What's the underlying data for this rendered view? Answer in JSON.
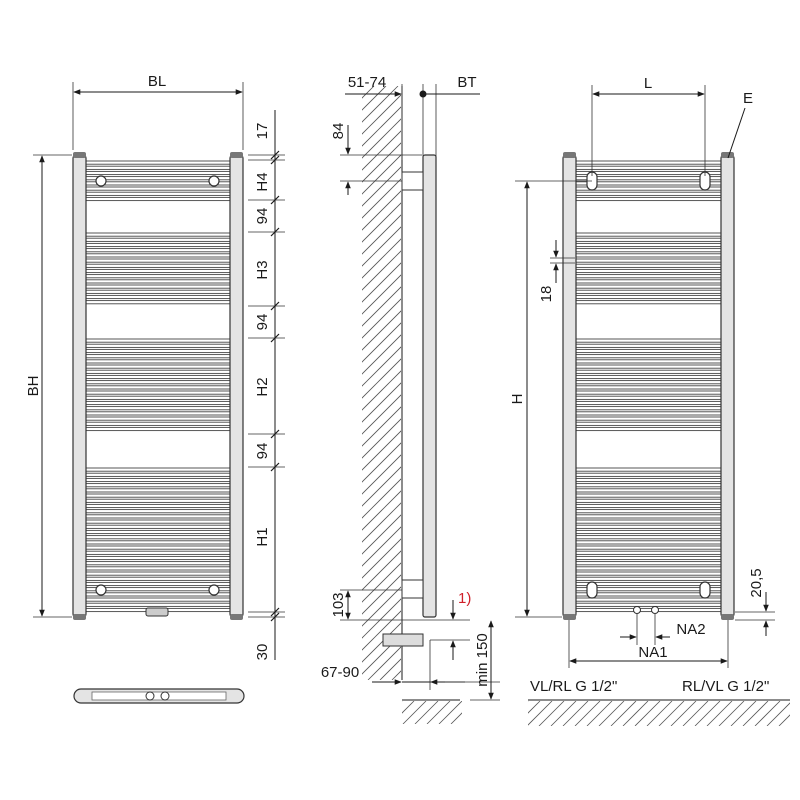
{
  "labels": {
    "bl": "BL",
    "bh": "BH",
    "h4": "H4",
    "h3": "H3",
    "h2": "H2",
    "h1": "H1",
    "d17": "17",
    "d94_top": "94",
    "d94_mid": "94",
    "d94_low": "94",
    "d30": "30",
    "d51_74": "51-74",
    "bt": "BT",
    "d84": "84",
    "d103": "103",
    "note1": "1)",
    "min150": "min 150",
    "d67_90": "67-90",
    "l": "L",
    "e": "E",
    "d18": "18",
    "h": "H",
    "d20_5": "20,5",
    "na2": "NA2",
    "na1": "NA1",
    "vl_rl": "VL/RL G 1/2\"",
    "rl_vl": "RL/VL G 1/2\""
  },
  "colors": {
    "line": "#1a1a1a",
    "column_fill": "#e4e4e4",
    "note": "#d0202a"
  }
}
